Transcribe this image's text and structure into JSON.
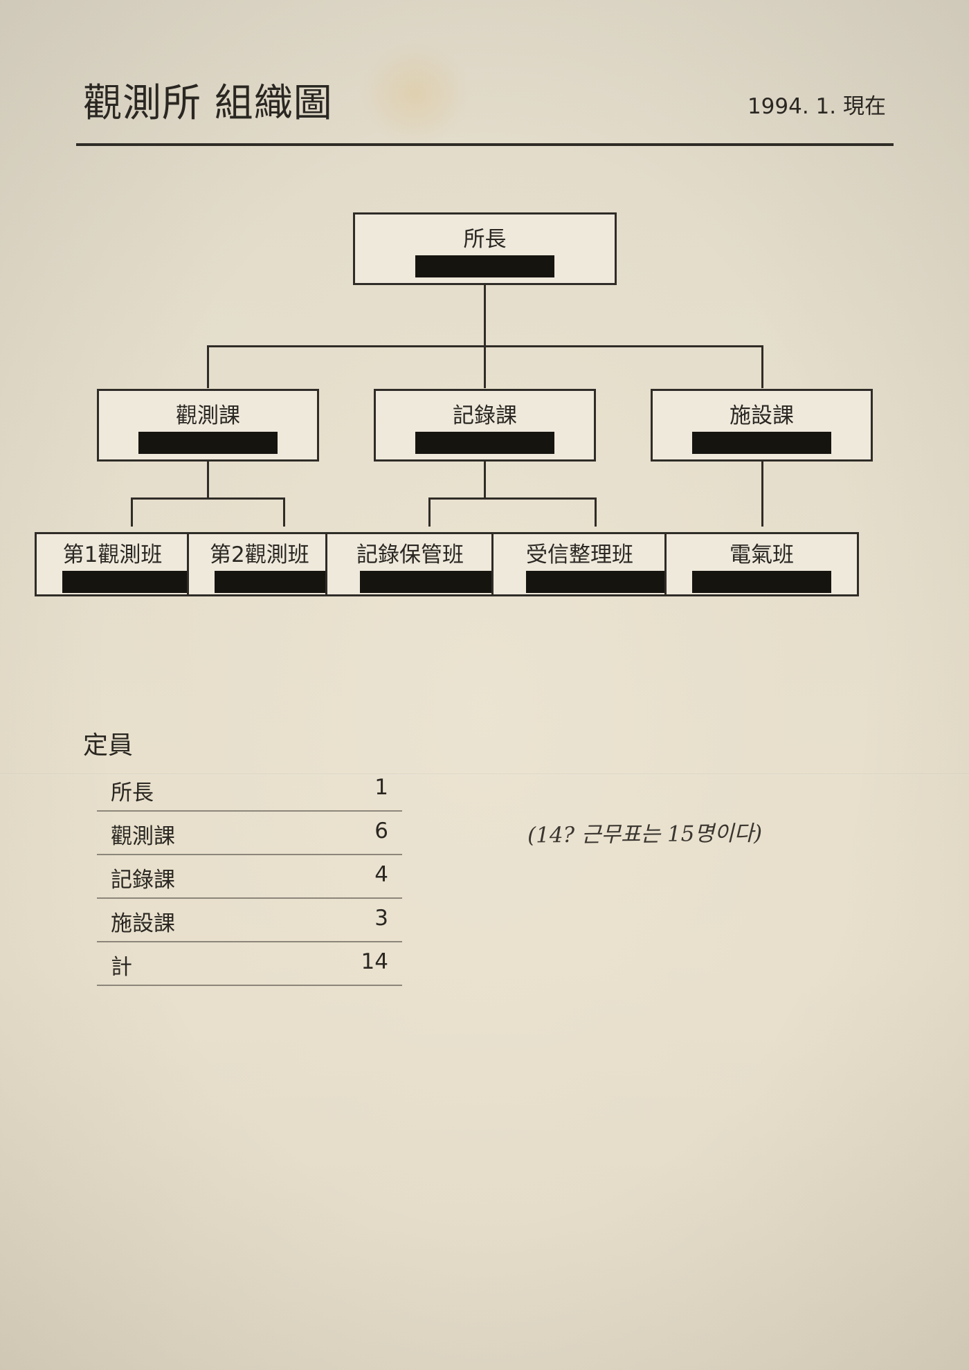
{
  "header": {
    "title": "觀測所 組織圖",
    "date": "1994. 1. 現在"
  },
  "org": {
    "head": "所長",
    "divisions": [
      {
        "name": "觀測課"
      },
      {
        "name": "記錄課"
      },
      {
        "name": "施設課"
      }
    ],
    "teams": [
      {
        "name": "第1觀測班"
      },
      {
        "name": "第2觀測班"
      },
      {
        "name": "記錄保管班"
      },
      {
        "name": "受信整理班"
      },
      {
        "name": "電氣班"
      }
    ]
  },
  "staffing": {
    "heading": "定員",
    "rows": [
      {
        "label": "所長",
        "count": "1"
      },
      {
        "label": "觀測課",
        "count": "6"
      },
      {
        "label": "記錄課",
        "count": "4"
      },
      {
        "label": "施設課",
        "count": "3"
      },
      {
        "label": "計",
        "count": "14"
      }
    ],
    "note": "(14?  근무표는 15명이다)"
  }
}
